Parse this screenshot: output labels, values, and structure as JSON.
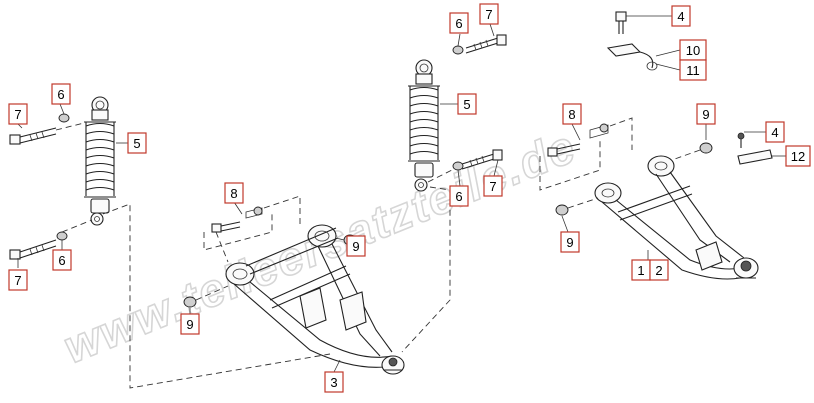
{
  "diagram": {
    "watermark": "www.teileersatzteile.de",
    "callouts": [
      {
        "id": "c4a",
        "label": "4"
      },
      {
        "id": "c10",
        "label": "10"
      },
      {
        "id": "c11",
        "label": "11"
      },
      {
        "id": "c6a",
        "label": "6"
      },
      {
        "id": "c7a",
        "label": "7"
      },
      {
        "id": "c5a",
        "label": "5"
      },
      {
        "id": "c6b",
        "label": "6"
      },
      {
        "id": "c7b",
        "label": "7"
      },
      {
        "id": "c7c",
        "label": "7"
      },
      {
        "id": "c6c",
        "label": "6"
      },
      {
        "id": "c5b",
        "label": "5"
      },
      {
        "id": "c6d",
        "label": "6"
      },
      {
        "id": "c7d",
        "label": "7"
      },
      {
        "id": "c8a",
        "label": "8"
      },
      {
        "id": "c9a",
        "label": "9"
      },
      {
        "id": "c9b",
        "label": "9"
      },
      {
        "id": "c3",
        "label": "3"
      },
      {
        "id": "c8b",
        "label": "8"
      },
      {
        "id": "c9c",
        "label": "9"
      },
      {
        "id": "c4b",
        "label": "4"
      },
      {
        "id": "c12",
        "label": "12"
      },
      {
        "id": "c9d",
        "label": "9"
      },
      {
        "id": "c1",
        "label": "1"
      },
      {
        "id": "c2",
        "label": "2"
      }
    ]
  }
}
